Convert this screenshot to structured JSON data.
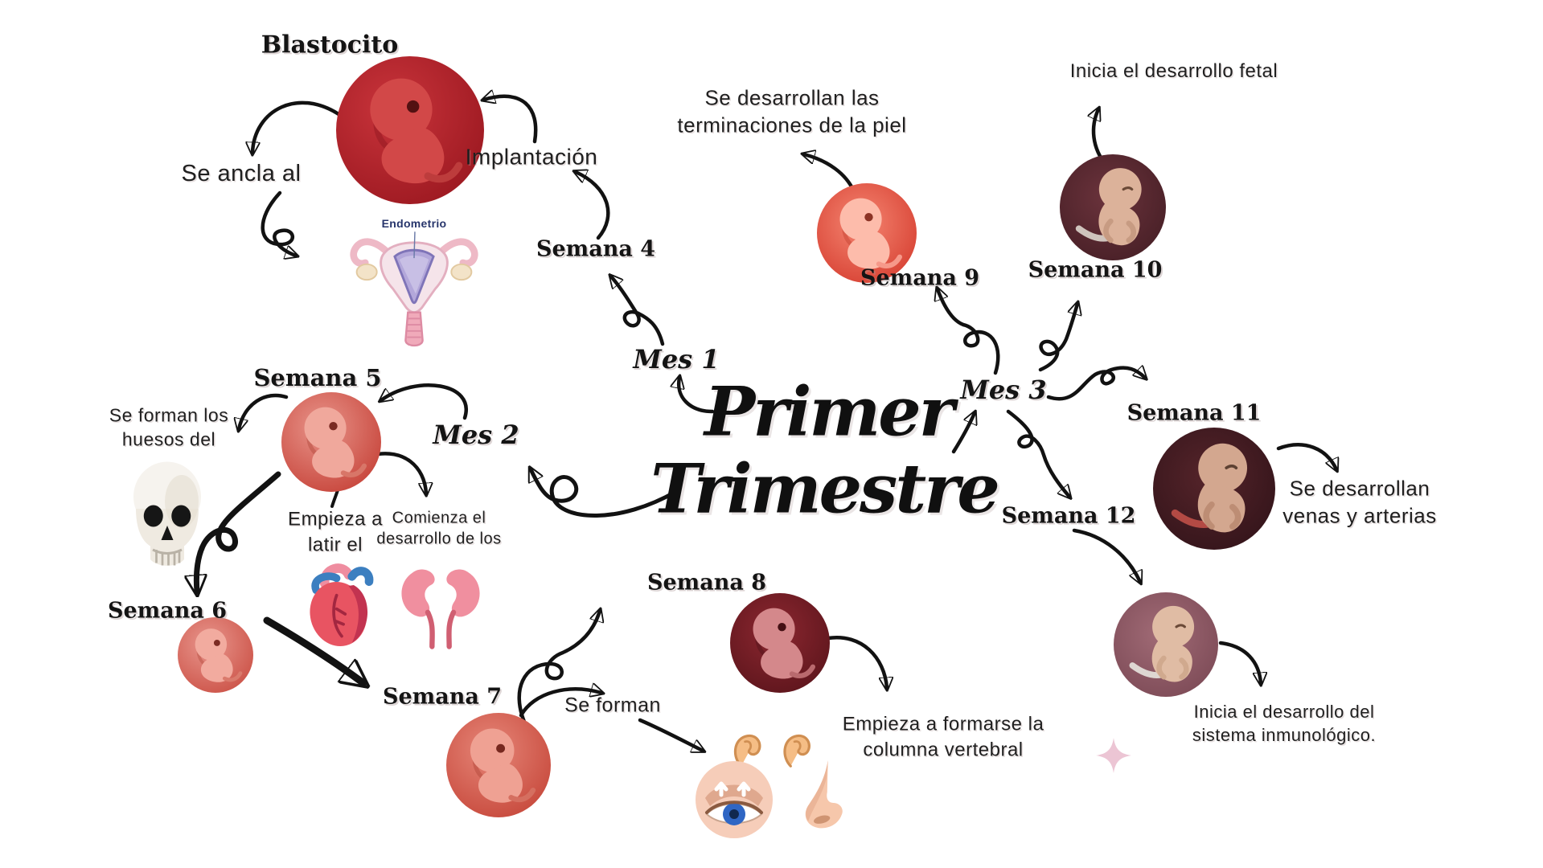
{
  "title": {
    "line1": "Primer",
    "line2": "Trimestre"
  },
  "months": {
    "mes1": "Mes 1",
    "mes2": "Mes 2",
    "mes3": "Mes 3"
  },
  "weeks": {
    "semana4": "Semana 4",
    "semana5": "Semana 5",
    "semana6": "Semana 6",
    "semana7": "Semana 7",
    "semana8": "Semana 8",
    "semana9": "Semana 9",
    "semana10": "Semana 10",
    "semana11": "Semana 11",
    "semana12": "Semana 12"
  },
  "blastocyst": {
    "label": "Blastocito",
    "anchor_note": "Se ancla al",
    "implantation_note": "Implantación",
    "uterus_label": "Endometrio"
  },
  "notes": {
    "skull": [
      "Se forman los",
      "huesos del"
    ],
    "heart": [
      "Empieza a",
      "latir el"
    ],
    "kidneys": [
      "Comienza el",
      "desarrollo de los"
    ],
    "senses": [
      "Se forman"
    ],
    "spine": [
      "Empieza a formarse la",
      "columna vertebral"
    ],
    "skin": [
      "Se desarrollan las",
      "terminaciones de la piel"
    ],
    "fetal": [
      "Inicia el desarrollo fetal"
    ],
    "vessels": [
      "Se desarrollan",
      "venas y arterias"
    ],
    "immune": [
      "Inicia el desarrollo del",
      "sistema inmunológico."
    ]
  },
  "icon_names": [
    "embryo-image",
    "uterus-icon",
    "skull-icon",
    "heart-icon",
    "kidneys-icon",
    "eye-icon",
    "ear-icon",
    "nose-icon",
    "sparkle-icon"
  ],
  "colors": {
    "ink": "#121212",
    "embryo_red": "#c22930",
    "coral": "#e0786b",
    "dark_maroon": "#471f26",
    "fetus_skin": "#dcb29a",
    "uterus_pink": "#f0aaba",
    "lining_purple": "#8f84c6",
    "endometrio_label": "#27356b",
    "sparkle_pink": "#ecc5d4",
    "kidney_pink": "#f08f9f",
    "heart_red": "#e85462",
    "iris_blue": "#2f66c4"
  }
}
